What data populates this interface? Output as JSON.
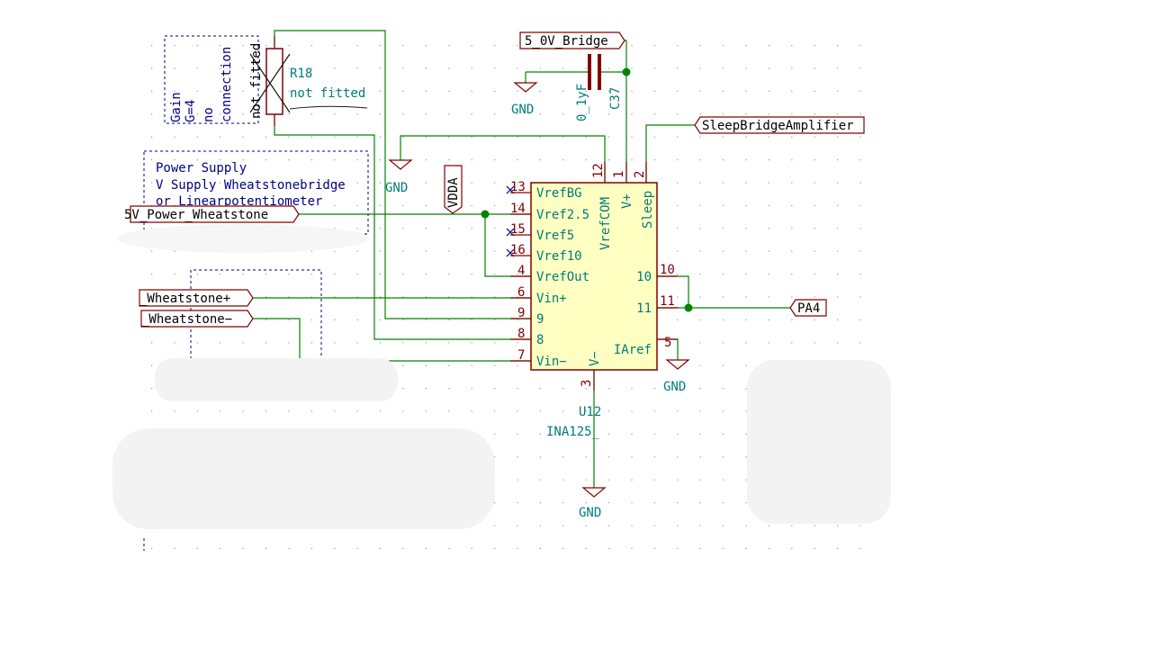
{
  "labels": {
    "bridge_5v": "5_0V_Bridge",
    "sleep_bridge": "SleepBridgeAmplifier",
    "power_wheatstone": "5V_Power_Wheatstone",
    "wheatstone_plus": "_Wheatstone+",
    "wheatstone_minus": "_Wheatstone−",
    "pa4": "PA4",
    "vdda": "VDDA"
  },
  "gnd": "GND",
  "capacitor": {
    "ref": "C37",
    "value": "0_1yF"
  },
  "resistor": {
    "ref": "R18",
    "value": "not fitted",
    "note": "not fitted"
  },
  "gain_note": {
    "line1": "Gain",
    "line2": "G=4",
    "line3": "no",
    "line4": "connection"
  },
  "power_note": {
    "line1": "Power Supply",
    "line2": "V Supply Wheatstonebridge",
    "line3": "or Linearpotentiometer"
  },
  "ic": {
    "ref": "U12",
    "value": "INA125_",
    "pins_left": [
      {
        "num": "13",
        "name": "VrefBG"
      },
      {
        "num": "14",
        "name": "Vref2.5"
      },
      {
        "num": "15",
        "name": "Vref5"
      },
      {
        "num": "16",
        "name": "Vref10"
      },
      {
        "num": "4",
        "name": "VrefOut"
      },
      {
        "num": "6",
        "name": "Vin+"
      },
      {
        "num": "9",
        "name": "9"
      },
      {
        "num": "8",
        "name": "8"
      },
      {
        "num": "7",
        "name": "Vin−"
      }
    ],
    "pins_right": [
      {
        "num": "10",
        "name": "10"
      },
      {
        "num": "11",
        "name": "11"
      },
      {
        "num": "5",
        "name": "IAref"
      }
    ],
    "pins_top": [
      {
        "num": "12",
        "name": "VrefCOM"
      },
      {
        "num": "1",
        "name": "V+"
      },
      {
        "num": "2",
        "name": "Sleep"
      }
    ],
    "pins_bottom": [
      {
        "num": "3",
        "name": "V−"
      }
    ]
  },
  "colors": {
    "wire": "#008400",
    "pin": "#840000",
    "body_fill": "#ffffc2",
    "text_teal": "#007c7c",
    "note_blue": "#000084"
  }
}
